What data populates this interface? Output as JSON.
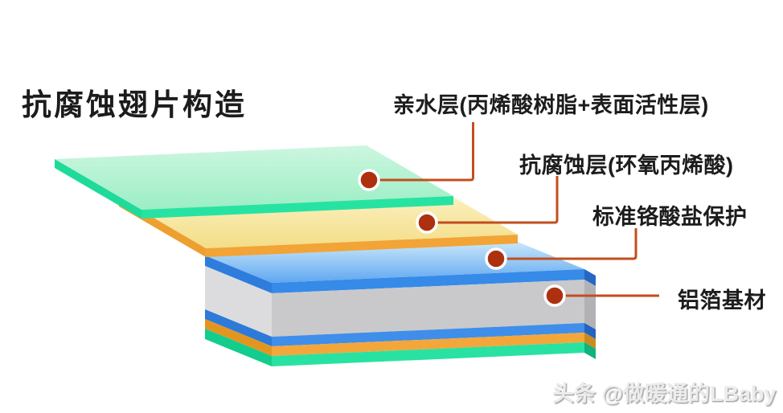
{
  "title": "抗腐蚀翅片构造",
  "watermark": "头条 @做暖通的LBaby",
  "diagram": {
    "type": "layer-stack-3d",
    "description_order": "top-to-bottom",
    "layers": [
      {
        "id": "hydrophilic",
        "label": "亲水层(丙烯酸树脂+表面活性层)",
        "color_top": "#aef0cd",
        "color_edge": "#27e3a2"
      },
      {
        "id": "anticorrosion",
        "label": "抗腐蚀层(环氧丙烯酸)",
        "color_top": "#f8ecae",
        "color_edge": "#f2a437"
      },
      {
        "id": "chromate",
        "label": "标准铬酸盐保护",
        "color_top": "#8ec5f4",
        "color_edge": "#368ae8"
      },
      {
        "id": "substrate",
        "label": "铝箔基材",
        "color_top": "#cccccc",
        "color_edge": "#c9c9cb"
      }
    ],
    "bottom_mirror_layers": [
      {
        "id": "chromate-bottom",
        "color_edge": "#3f8eea"
      },
      {
        "id": "anticorrosion-bottom",
        "color_edge": "#f3a73a"
      },
      {
        "id": "hydrophilic-bottom",
        "color_edge": "#29e2a1"
      }
    ]
  },
  "annotations": [
    {
      "text": "亲水层(丙烯酸树脂+表面活性层)",
      "target_layer": "hydrophilic"
    },
    {
      "text": "抗腐蚀层(环氧丙烯酸)",
      "target_layer": "anticorrosion"
    },
    {
      "text": "标准铬酸盐保护",
      "target_layer": "chromate"
    },
    {
      "text": "铝箔基材",
      "target_layer": "substrate"
    }
  ],
  "colors": {
    "marker_fill": "#ad300f",
    "marker_ring": "#ffffff",
    "connector_line": "#c24e1e",
    "text": "#1c1c1c",
    "background": "#ffffff"
  }
}
